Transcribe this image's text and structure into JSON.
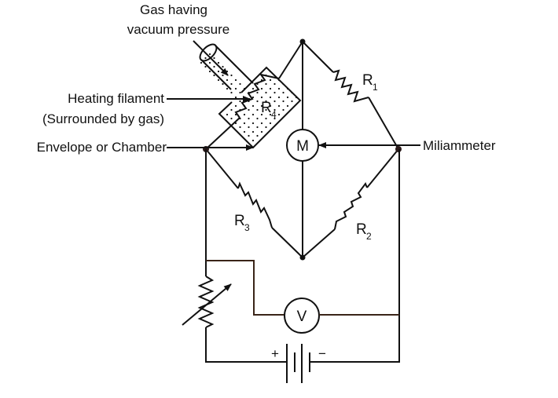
{
  "diagram": {
    "title": "Pirani gauge Wheatstone bridge circuit",
    "labels": {
      "gas_line1": "Gas having",
      "gas_line2": "vacuum pressure",
      "filament_line1": "Heating filament",
      "filament_line2": "(Surrounded by gas)",
      "envelope": "Envelope or Chamber",
      "miliammeter": "Miliammeter"
    },
    "components": {
      "r1": {
        "letter": "R",
        "sub": "1"
      },
      "r2": {
        "letter": "R",
        "sub": "2"
      },
      "r3": {
        "letter": "R",
        "sub": "3"
      },
      "r4": {
        "letter": "R",
        "sub": "4"
      },
      "meter": "M",
      "voltmeter": "V",
      "battery_plus": "+",
      "battery_minus": "−"
    }
  }
}
